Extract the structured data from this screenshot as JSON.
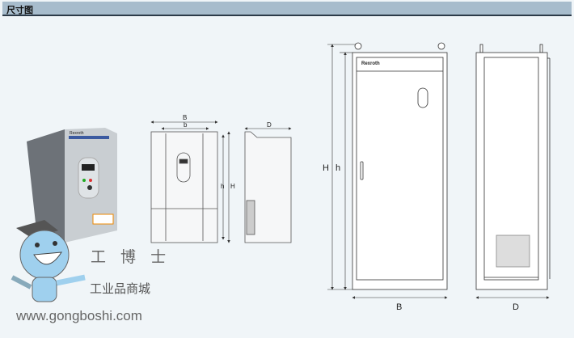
{
  "header": {
    "title": "尺寸图"
  },
  "drawings": {
    "small_front": {
      "width_outer": "B",
      "width_inner": "b",
      "height_inner": "h",
      "height_outer": "H"
    },
    "small_side": {
      "depth": "D"
    },
    "photo": {
      "brand": "Rexroth"
    },
    "cabinet_front": {
      "brand": "Rexroth",
      "height_outer": "H",
      "height_inner": "h",
      "width": "B"
    },
    "cabinet_side": {
      "depth": "D"
    }
  },
  "watermark": {
    "name": "工 博 士",
    "subtitle": "工业品商城",
    "url": "www.gongboshi.com"
  }
}
